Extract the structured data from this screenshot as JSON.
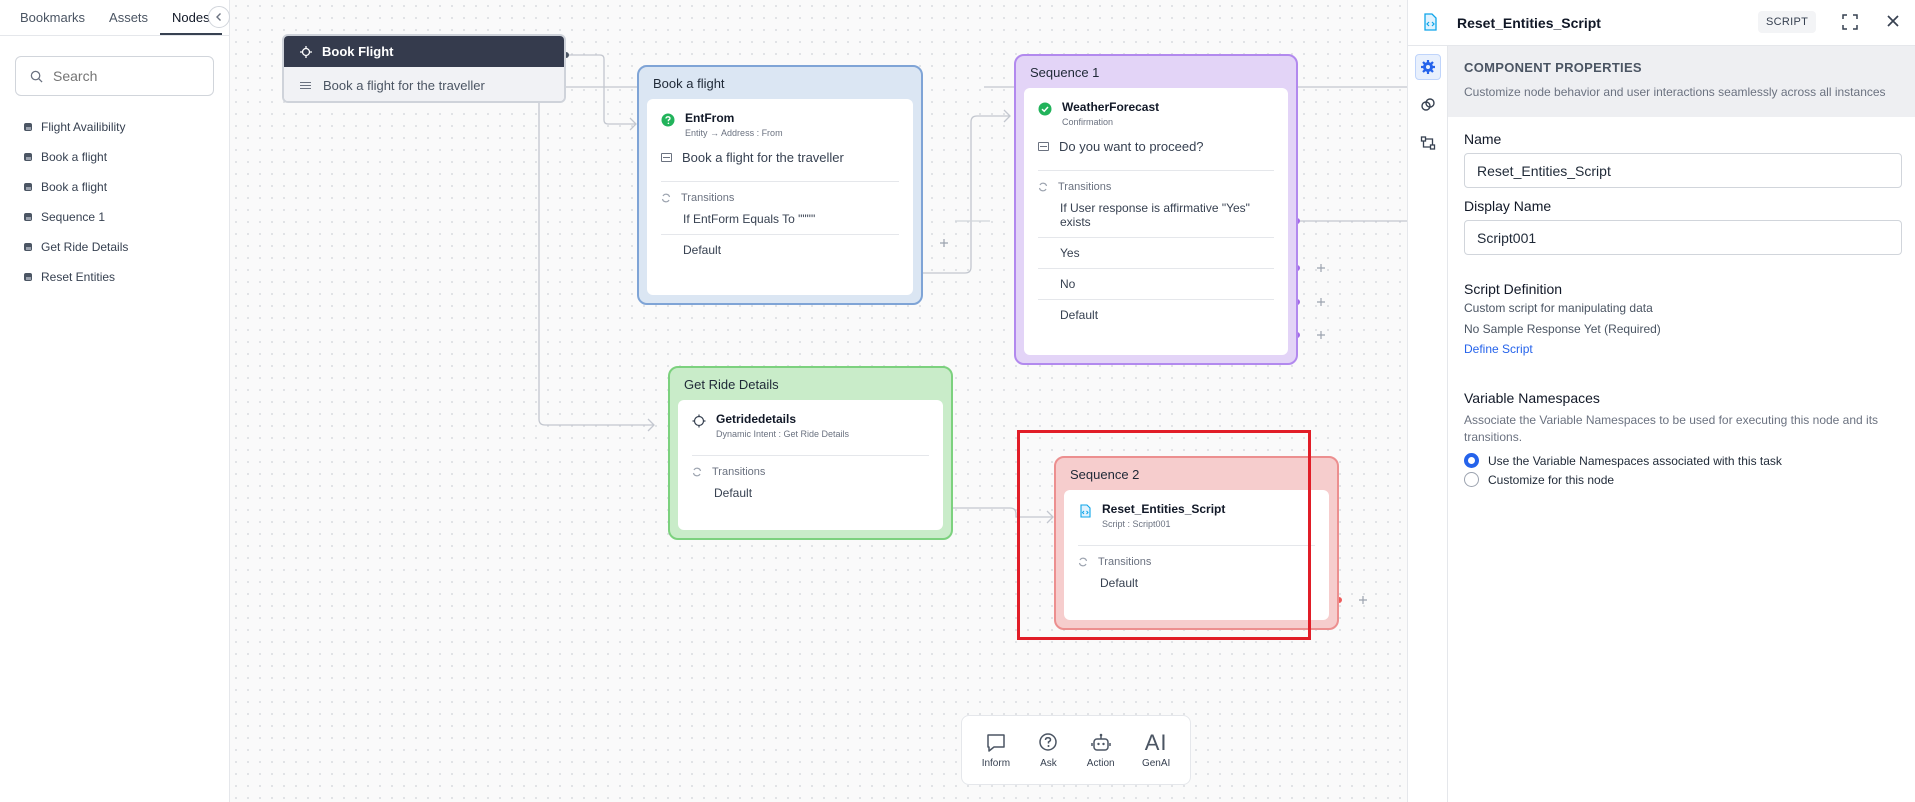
{
  "sidebar": {
    "tabs": [
      "Bookmarks",
      "Assets",
      "Nodes"
    ],
    "active_tab": "Nodes",
    "search_placeholder": "Search",
    "nodes": [
      "Flight Availibility",
      "Book a flight",
      "Book a flight",
      "Sequence 1",
      "Get Ride Details",
      "Reset Entities"
    ]
  },
  "canvas": {
    "start_node": {
      "title": "Book Flight",
      "message": "Book a flight for the traveller"
    },
    "groups": {
      "book_a_flight": {
        "title": "Book a flight",
        "component": {
          "name": "EntFrom",
          "sub_parts": [
            "Entity",
            "Address : From"
          ]
        },
        "message": "Book a flight for the traveller",
        "transitions_label": "Transitions",
        "transitions": [
          "If EntForm Equals To \"\"\"\"",
          "Default"
        ]
      },
      "sequence_1": {
        "title": "Sequence 1",
        "component": {
          "name": "WeatherForecast",
          "sub": "Confirmation"
        },
        "message": "Do you want to proceed?",
        "transitions_label": "Transitions",
        "transitions": [
          "If User response is affirmative \"Yes\" exists",
          "Yes",
          "No",
          "Default"
        ]
      },
      "get_ride_details": {
        "title": "Get Ride Details",
        "component": {
          "name": "Getridedetails",
          "sub": "Dynamic Intent : Get Ride Details"
        },
        "transitions_label": "Transitions",
        "transitions": [
          "Default"
        ]
      },
      "sequence_2": {
        "title": "Sequence 2",
        "component": {
          "name": "Reset_Entities_Script",
          "sub": "Script : Script001"
        },
        "transitions_label": "Transitions",
        "transitions": [
          "Default"
        ]
      }
    },
    "toolbar": [
      {
        "label": "Inform",
        "icon": "chat-bubble-icon"
      },
      {
        "label": "Ask",
        "icon": "question-bubble-icon"
      },
      {
        "label": "Action",
        "icon": "robot-icon"
      },
      {
        "label": "GenAI",
        "icon": "ai-icon",
        "glyph": "AI"
      }
    ],
    "colors": {
      "blue_group": "#dbe6f3",
      "purple_group": "#e3d4f7",
      "green_group": "#c9ecc9",
      "red_group": "#f6cdcd",
      "highlight": "#e11d27"
    }
  },
  "panel": {
    "title": "Reset_Entities_Script",
    "badge": "SCRIPT",
    "section_title": "COMPONENT PROPERTIES",
    "section_desc": "Customize node behavior and user interactions seamlessly across all instances",
    "name_label": "Name",
    "name_value": "Reset_Entities_Script",
    "display_name_label": "Display Name",
    "display_name_value": "Script001",
    "script_def_title": "Script Definition",
    "script_def_desc": "Custom script for manipulating data",
    "script_def_status": "No Sample Response Yet (Required)",
    "script_def_link": "Define Script",
    "ns_title": "Variable Namespaces",
    "ns_desc": "Associate the Variable Namespaces to be used for executing this node and its transitions.",
    "ns_options": [
      "Use the Variable Namespaces associated with this task",
      "Customize for this node"
    ],
    "ns_selected": 0
  }
}
